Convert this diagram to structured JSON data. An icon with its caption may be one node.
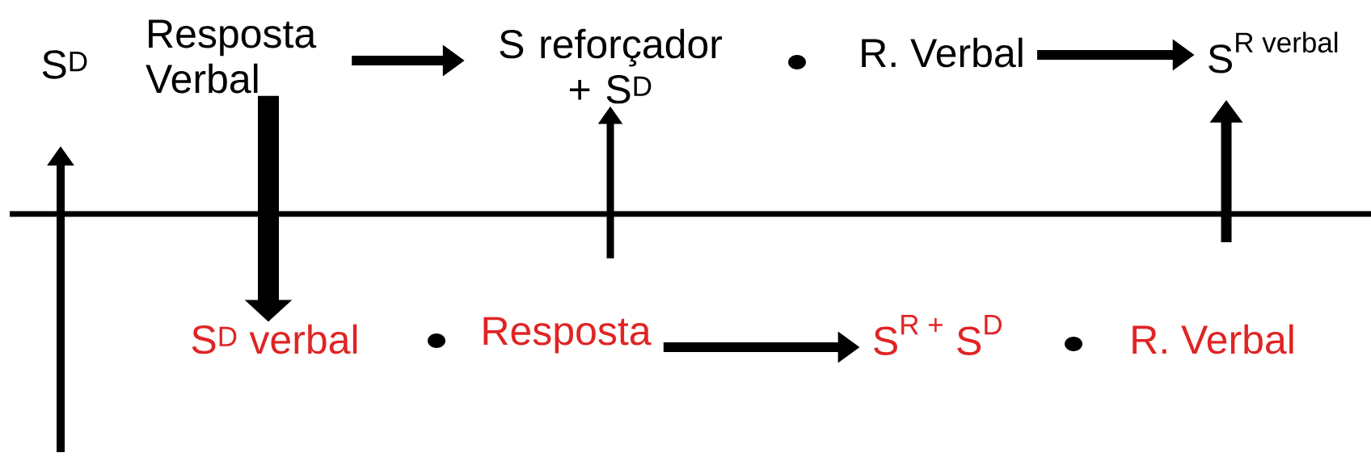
{
  "diagram": {
    "nodes": [
      {
        "text": [
          "S$^{D}$"
        ]
      },
      {
        "text": [
          "Resposta Verbal"
        ]
      },
      {
        "text": [
          "S reforçador + S$^{D}$"
        ]
      },
      {
        "text": [
          "R. Verbal"
        ]
      },
      {
        "text": [
          "\\text{S}^{\\text{R verbal}}"
        ]
      },
      {
        "text": [
          "S$^{D}$ verbal"
        ]
      },
      {
        "text": [
          "Resposta"
        ]
      },
      {
        "text": [
          "\\text{S}^{\\text{R +}}\\text{ S}^{\\text{D}}"
        ]
      },
      {
        "text": [
          "R. Verbal"
        ]
      }
    ],
    "edges": [
      {
        "from": 1,
        "to": 2,
        "arrow": "to"
      },
      {
        "from": 3,
        "to": 4,
        "arrow": "to"
      },
      {
        "from": 1,
        "to": 5,
        "arrow": "to",
        "style": "thick"
      },
      {
        "from": null,
        "to": 0,
        "arrow": "to"
      },
      {
        "from": null,
        "to": 2,
        "arrow": "to"
      },
      {
        "from": null,
        "to": 4,
        "arrow": "to"
      },
      {
        "from": 6,
        "to": 7,
        "arrow": "to"
      }
    ]
  }
}
